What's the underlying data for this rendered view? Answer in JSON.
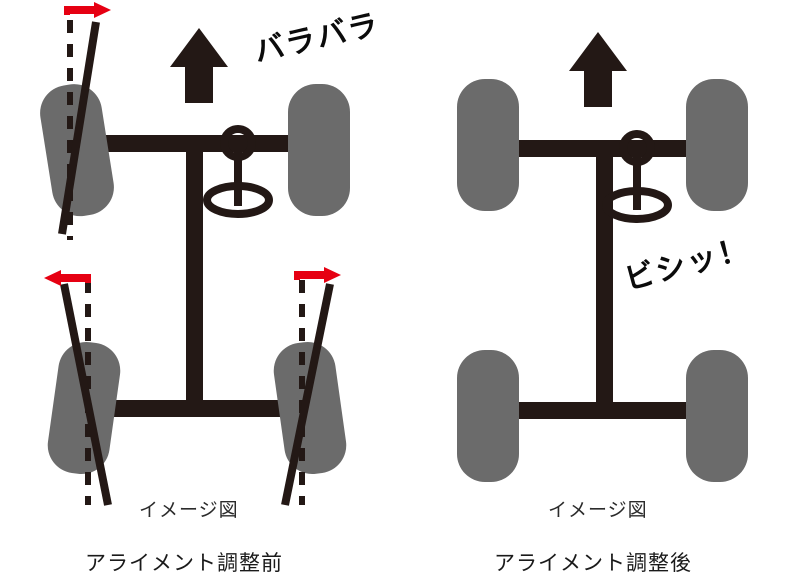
{
  "figure": {
    "title_hidden": "",
    "background_color": "#ffffff",
    "panel_count": 2
  },
  "colors": {
    "chassis": "#231815",
    "tire": "#6b6b6b",
    "arrow_red": "#e60012",
    "arrow_black": "#231815",
    "text": "#1a1a1a",
    "background": "#ffffff"
  },
  "panels": [
    {
      "id": "before",
      "sub_caption": "イメージ図",
      "main_caption": "アライメント調整前",
      "effect_text": "バラバラ",
      "direction_arrow": "up-arrow-icon",
      "steering_wheel": "steering-wheel-icon",
      "wheels": [
        {
          "position": "front-left",
          "tilt_deg": -8,
          "misaligned": true,
          "arrow": "right",
          "arrow_icon": "curved-arrow-right-icon",
          "reference_line": "dashed"
        },
        {
          "position": "front-right",
          "tilt_deg": 0,
          "misaligned": false,
          "arrow": "none",
          "arrow_icon": "",
          "reference_line": "none"
        },
        {
          "position": "rear-left",
          "tilt_deg": 7,
          "misaligned": true,
          "arrow": "left",
          "arrow_icon": "curved-arrow-left-icon",
          "reference_line": "dashed"
        },
        {
          "position": "rear-right",
          "tilt_deg": -7,
          "misaligned": true,
          "arrow": "right",
          "arrow_icon": "curved-arrow-right-icon",
          "reference_line": "dashed"
        }
      ]
    },
    {
      "id": "after",
      "sub_caption": "イメージ図",
      "main_caption": "アライメント調整後",
      "effect_text": "ビシッ！",
      "direction_arrow": "up-arrow-icon",
      "steering_wheel": "steering-wheel-icon",
      "wheels": [
        {
          "position": "front-left",
          "tilt_deg": 0,
          "misaligned": false,
          "arrow": "none",
          "arrow_icon": "",
          "reference_line": "none"
        },
        {
          "position": "front-right",
          "tilt_deg": 0,
          "misaligned": false,
          "arrow": "none",
          "arrow_icon": "",
          "reference_line": "none"
        },
        {
          "position": "rear-left",
          "tilt_deg": 0,
          "misaligned": false,
          "arrow": "none",
          "arrow_icon": "",
          "reference_line": "none"
        },
        {
          "position": "rear-right",
          "tilt_deg": 0,
          "misaligned": false,
          "arrow": "none",
          "arrow_icon": "",
          "reference_line": "none"
        }
      ]
    }
  ]
}
